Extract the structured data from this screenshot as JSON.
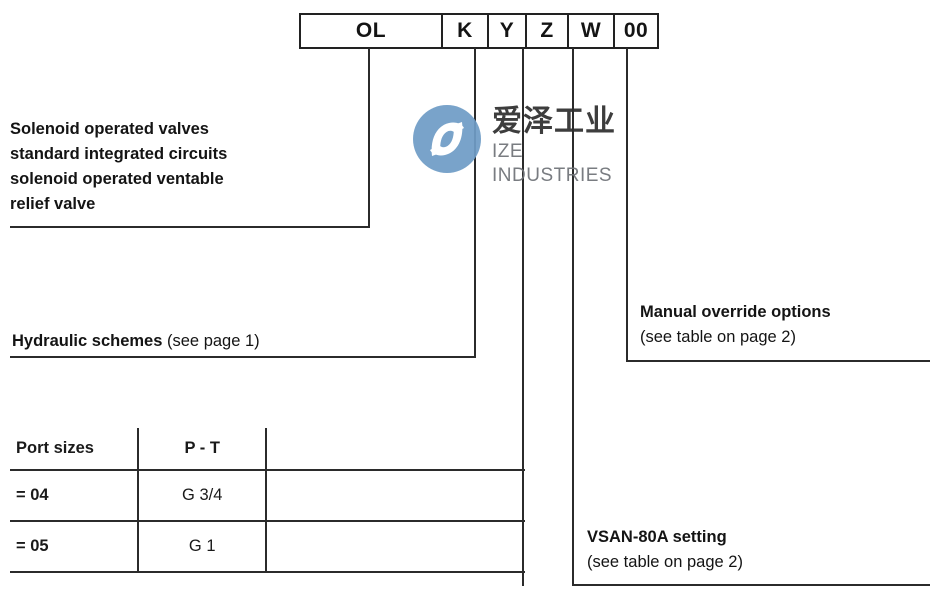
{
  "document": {
    "type": "product-ordering-code-diagram",
    "title": "Solenoid operated valve ordering code"
  },
  "code_boxes": [
    {
      "label": "OL",
      "width": 144
    },
    {
      "label": "K",
      "width": 48
    },
    {
      "label": "Y",
      "width": 40
    },
    {
      "label": "Z",
      "width": 44
    },
    {
      "label": "W",
      "width": 48
    },
    {
      "label": "00",
      "width": 46
    }
  ],
  "callouts": {
    "product_description": {
      "lines": [
        "Solenoid operated valves",
        "standard integrated circuits",
        "solenoid operated ventable",
        "relief valve"
      ]
    },
    "hydraulic_schemes": {
      "bold": "Hydraulic schemes",
      "normal": " (see page 1)"
    },
    "manual_override": {
      "bold": "Manual override options",
      "normal": "(see table on page 2)"
    },
    "vsan_setting": {
      "bold": "VSAN-80A setting",
      "normal": "(see table on page 2)"
    }
  },
  "port_size_table": {
    "headers": [
      "Port sizes",
      "P - T",
      ""
    ],
    "rows": [
      [
        "= 04",
        "G 3/4",
        ""
      ],
      [
        "= 05",
        "G 1",
        ""
      ]
    ]
  },
  "watermark": {
    "brand_cn": "爱泽工业",
    "brand_en": "IZE INDUSTRIES",
    "mark_color": "#6f9dc6"
  },
  "colors": {
    "line": "#2b2b2b",
    "text": "#141414",
    "logo_blue": "#6f9dc6",
    "logo_gray": "#6f7378"
  }
}
